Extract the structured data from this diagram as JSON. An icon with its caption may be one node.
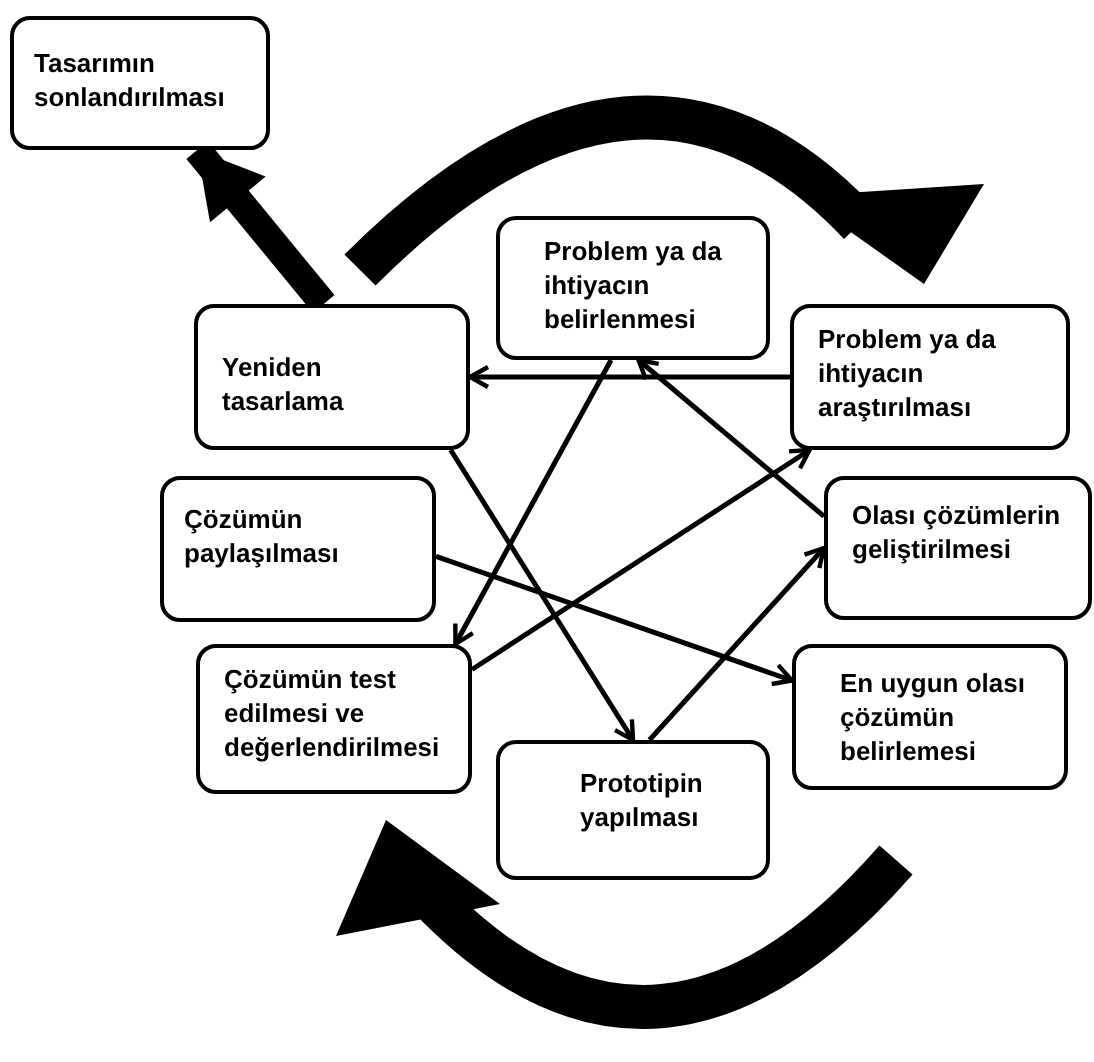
{
  "diagram": {
    "nodes": [
      {
        "text": [
          "Tasarımın sonlandırılması"
        ]
      },
      {
        "text": [
          "Problem ya da ihtiyacın belirlenmesi"
        ]
      },
      {
        "text": [
          "Yeniden tasarlama"
        ]
      },
      {
        "text": [
          "Problem ya da ihtiyacın araştırılması"
        ]
      },
      {
        "text": [
          "Çözümün paylaşılması"
        ]
      },
      {
        "text": [
          "Olası çözümlerin geliştirilmesi"
        ]
      },
      {
        "text": [
          "Çözümün test edilmesi ve değerlendirilmesi"
        ]
      },
      {
        "text": [
          "En uygun olası çözümün belirlemesi"
        ]
      },
      {
        "text": [
          "Prototipin yapılması"
        ]
      }
    ],
    "edges": [
      {
        "from": 1,
        "to": 6,
        "arrow": "to"
      },
      {
        "from": 3,
        "to": 2,
        "arrow": "to"
      },
      {
        "from": 5,
        "to": 1,
        "arrow": "to"
      },
      {
        "from": 2,
        "to": 8,
        "arrow": "to"
      },
      {
        "from": 4,
        "to": 7,
        "arrow": "to"
      },
      {
        "from": 6,
        "to": 3,
        "arrow": "to"
      },
      {
        "from": 8,
        "to": 5,
        "arrow": "to"
      },
      {
        "from": 2,
        "to": 0,
        "arrow": "to",
        "style": "thick"
      }
    ]
  }
}
